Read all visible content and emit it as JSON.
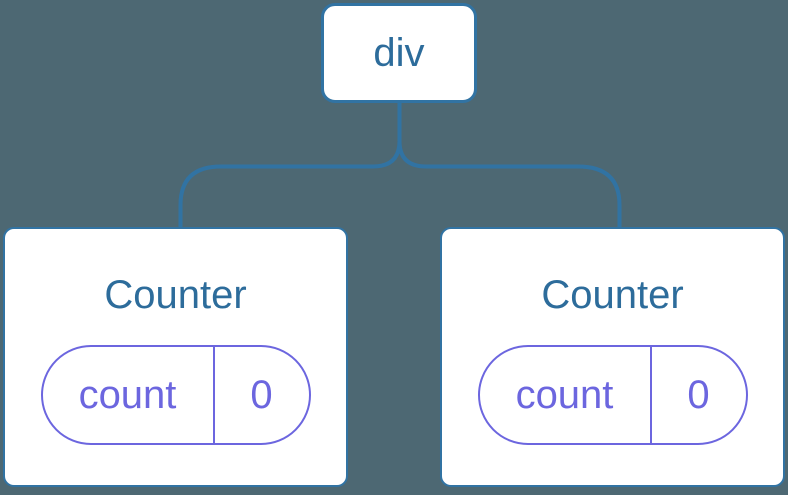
{
  "colors": {
    "background": "#4d6873",
    "node_border": "#3173a3",
    "node_text": "#2d6c9b",
    "connector": "#3173a3",
    "state_accent": "#6c66df",
    "card_background": "#ffffff"
  },
  "diagram": {
    "root": {
      "label": "div"
    },
    "children": [
      {
        "title": "Counter",
        "state": {
          "key": "count",
          "value": "0"
        }
      },
      {
        "title": "Counter",
        "state": {
          "key": "count",
          "value": "0"
        }
      }
    ]
  }
}
